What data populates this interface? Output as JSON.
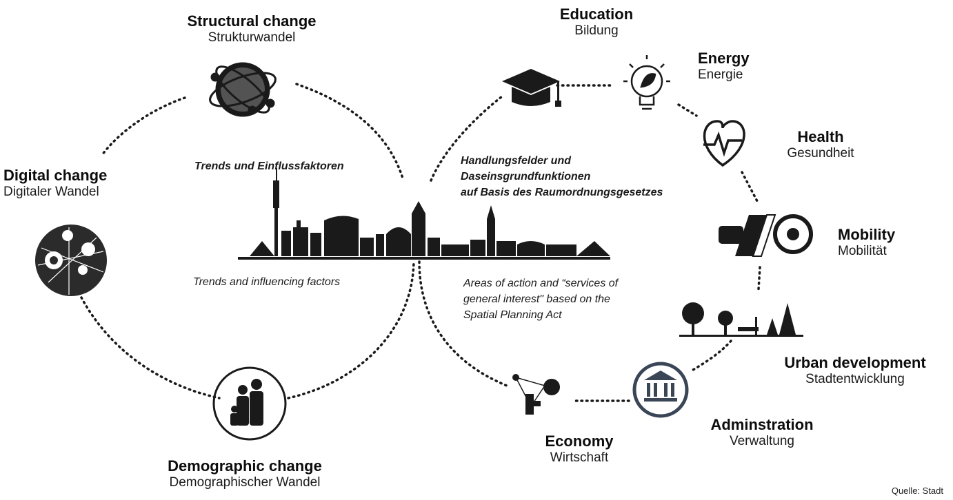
{
  "left_cycle": {
    "structural": {
      "en": "Structural change",
      "de": "Strukturwandel",
      "icon": "globe-network-icon"
    },
    "digital": {
      "en": "Digital change",
      "de": "Digitaler Wandel",
      "icon": "digital-network-icon"
    },
    "demographic": {
      "en": "Demographic change",
      "de": "Demographischer Wandel",
      "icon": "family-cycle-icon"
    },
    "trends_de": "Trends und Einflussfaktoren",
    "trends_en": "Trends and influencing factors"
  },
  "right_cycle": {
    "education": {
      "en": "Education",
      "de": "Bildung",
      "icon": "graduation-cap-icon"
    },
    "energy": {
      "en": "Energy",
      "de": "Energie",
      "icon": "lightbulb-leaf-icon"
    },
    "health": {
      "en": "Health",
      "de": "Gesundheit",
      "icon": "heart-pulse-icon"
    },
    "mobility": {
      "en": "Mobility",
      "de": "Mobilität",
      "icon": "car-road-steering-icon"
    },
    "urban": {
      "en": "Urban development",
      "de": "Stadtentwicklung",
      "icon": "trees-park-icon"
    },
    "administration": {
      "en": "Adminstration",
      "de": "Verwaltung",
      "icon": "government-building-icon"
    },
    "economy": {
      "en": "Economy",
      "de": "Wirtschaft",
      "icon": "economy-network-icon"
    },
    "fields_de": [
      "Handlungsfelder und",
      "Daseinsgrundfunktionen",
      "auf Basis des Raumordnungsgesetzes"
    ],
    "fields_en": [
      "Areas of action and “services of",
      "general interest\" based on the",
      "Spatial Planning Act"
    ]
  },
  "source": "Quelle: Stadt",
  "colors": {
    "ink": "#1a1a1a",
    "admin_ring": "#3a4556"
  }
}
